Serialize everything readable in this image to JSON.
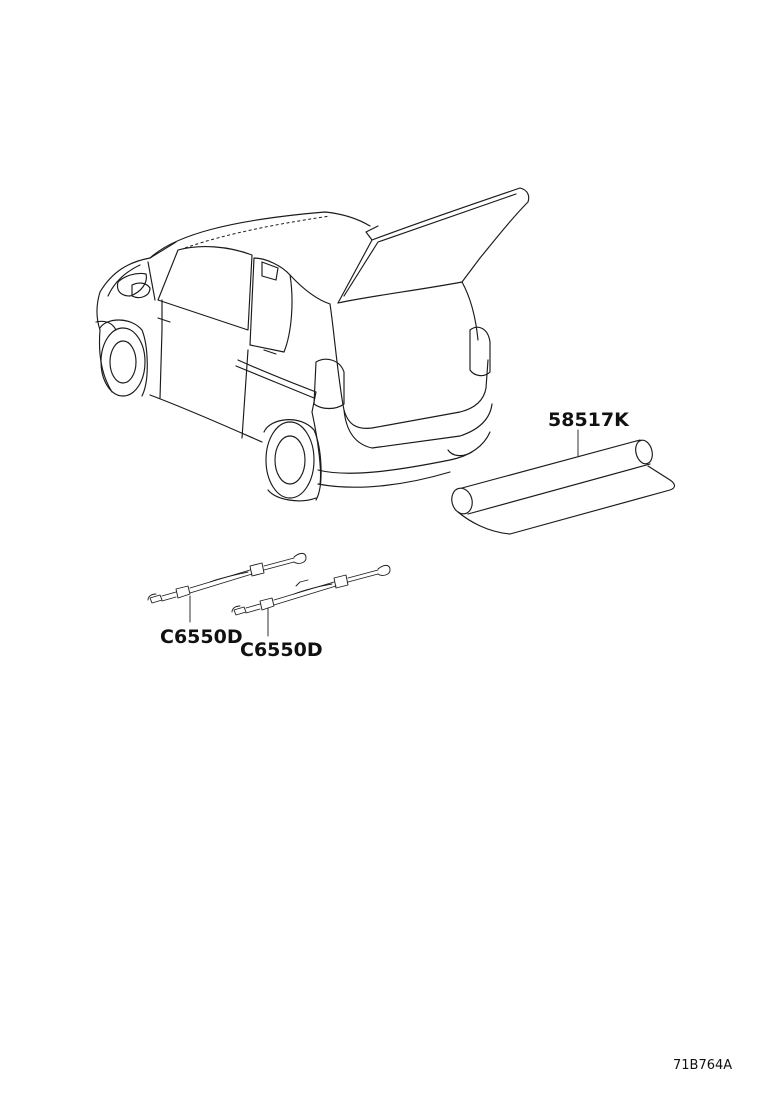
{
  "labels": {
    "mat": "58517K",
    "strap_left": "C6550D",
    "strap_right": "C6550D"
  },
  "figure_code": "71B764A"
}
